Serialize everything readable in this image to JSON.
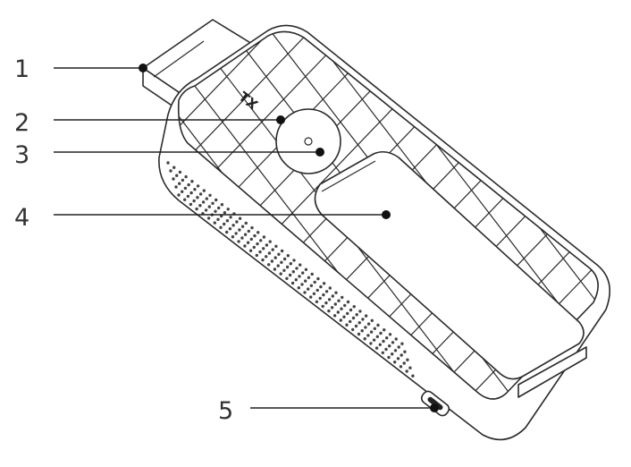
{
  "callouts": [
    {
      "number": "1"
    },
    {
      "number": "2"
    },
    {
      "number": "3"
    },
    {
      "number": "4"
    },
    {
      "number": "5"
    }
  ],
  "device": {
    "marking_text": "TX"
  }
}
